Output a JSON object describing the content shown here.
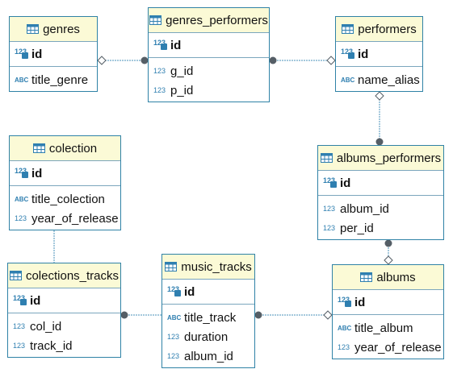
{
  "entities": {
    "genres": {
      "title": "genres",
      "pk": "id",
      "columns": [
        {
          "name": "title_genre",
          "type_icon": "abc-text-icon"
        }
      ]
    },
    "genres_performers": {
      "title": "genres_performers",
      "pk": "id",
      "columns": [
        {
          "name": "g_id",
          "type_icon": "num-123-icon"
        },
        {
          "name": "p_id",
          "type_icon": "num-123-icon"
        }
      ]
    },
    "performers": {
      "title": "performers",
      "pk": "id",
      "columns": [
        {
          "name": "name_alias",
          "type_icon": "abc-text-icon"
        }
      ]
    },
    "colection": {
      "title": "colection",
      "pk": "id",
      "columns": [
        {
          "name": "title_colection",
          "type_icon": "abc-text-icon"
        },
        {
          "name": "year_of_release",
          "type_icon": "num-123-icon"
        }
      ]
    },
    "albums_performers": {
      "title": "albums_performers",
      "pk": "id",
      "columns": [
        {
          "name": "album_id",
          "type_icon": "num-123-icon"
        },
        {
          "name": "per_id",
          "type_icon": "num-123-icon"
        }
      ]
    },
    "colections_tracks": {
      "title": "colections_tracks",
      "pk": "id",
      "columns": [
        {
          "name": "col_id",
          "type_icon": "num-123-icon"
        },
        {
          "name": "track_id",
          "type_icon": "num-123-icon"
        }
      ]
    },
    "music_tracks": {
      "title": "music_tracks",
      "pk": "id",
      "columns": [
        {
          "name": "title_track",
          "type_icon": "abc-text-icon"
        },
        {
          "name": "duration",
          "type_icon": "num-123-icon"
        },
        {
          "name": "album_id",
          "type_icon": "num-123-icon"
        }
      ]
    },
    "albums": {
      "title": "albums",
      "pk": "id",
      "columns": [
        {
          "name": "title_album",
          "type_icon": "abc-text-icon"
        },
        {
          "name": "year_of_release",
          "type_icon": "num-123-icon"
        }
      ]
    }
  },
  "icon_text": {
    "num": "123",
    "abc": "ABC"
  },
  "relationships": [
    {
      "from": "genres",
      "to": "genres_performers",
      "from_end": "diamond",
      "to_end": "dot"
    },
    {
      "from": "genres_performers",
      "to": "performers",
      "from_end": "dot",
      "to_end": "diamond"
    },
    {
      "from": "performers",
      "to": "albums_performers",
      "from_end": "diamond",
      "to_end": "dot"
    },
    {
      "from": "albums_performers",
      "to": "albums",
      "from_end": "dot",
      "to_end": "diamond"
    },
    {
      "from": "colection",
      "to": "colections_tracks",
      "from_end": "none",
      "to_end": "none"
    },
    {
      "from": "colections_tracks",
      "to": "music_tracks",
      "from_end": "dot",
      "to_end": "none"
    },
    {
      "from": "music_tracks",
      "to": "albums",
      "from_end": "dot",
      "to_end": "diamond"
    }
  ],
  "colors": {
    "border": "#2f82a6",
    "header_bg": "#fbfad6",
    "line": "#4a90b8",
    "endpoint": "#555e66",
    "icon": "#2f7fb0"
  }
}
